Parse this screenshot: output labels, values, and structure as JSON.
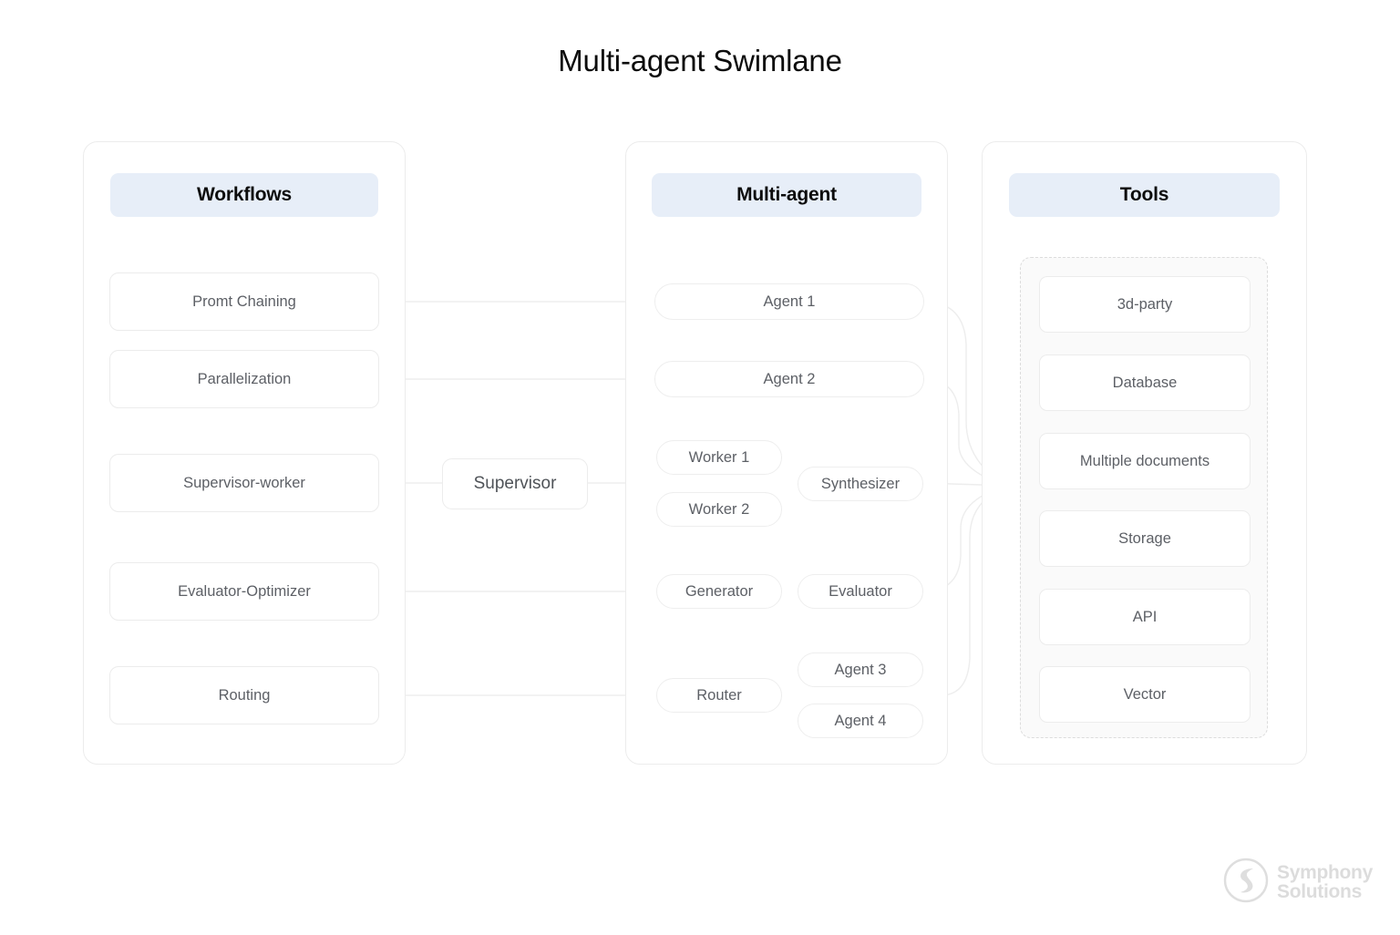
{
  "title": "Multi-agent Swimlane",
  "accent": {
    "header_pill_bg": "#e7eef8",
    "box_border": "#ececec",
    "edge": "#ededed",
    "text_muted": "#5d6066",
    "logo_gray": "#dcdcdc"
  },
  "lanes": [
    {
      "id": "workflows",
      "header": "Workflows",
      "items": [
        {
          "label": "Promt Chaining"
        },
        {
          "label": "Parallelization"
        },
        {
          "label": "Supervisor-worker"
        },
        {
          "label": "Evaluator-Optimizer"
        },
        {
          "label": "Routing"
        }
      ]
    },
    {
      "id": "multiagent",
      "header": "Multi-agent",
      "items": [
        {
          "label": "Agent 1"
        },
        {
          "label": "Agent 2"
        },
        {
          "label": "Worker 1"
        },
        {
          "label": "Worker 2"
        },
        {
          "label": "Synthesizer"
        },
        {
          "label": "Generator"
        },
        {
          "label": "Evaluator"
        },
        {
          "label": "Router"
        },
        {
          "label": "Agent 3"
        },
        {
          "label": "Agent 4"
        }
      ]
    },
    {
      "id": "tools",
      "header": "Tools",
      "items": [
        {
          "label": "3d-party"
        },
        {
          "label": "Database"
        },
        {
          "label": "Multiple documents"
        },
        {
          "label": "Storage"
        },
        {
          "label": "API"
        },
        {
          "label": "Vector"
        }
      ]
    }
  ],
  "bridge": {
    "supervisor_label": "Supervisor"
  },
  "logo": {
    "line1": "Symphony",
    "line2": "Solutions"
  }
}
